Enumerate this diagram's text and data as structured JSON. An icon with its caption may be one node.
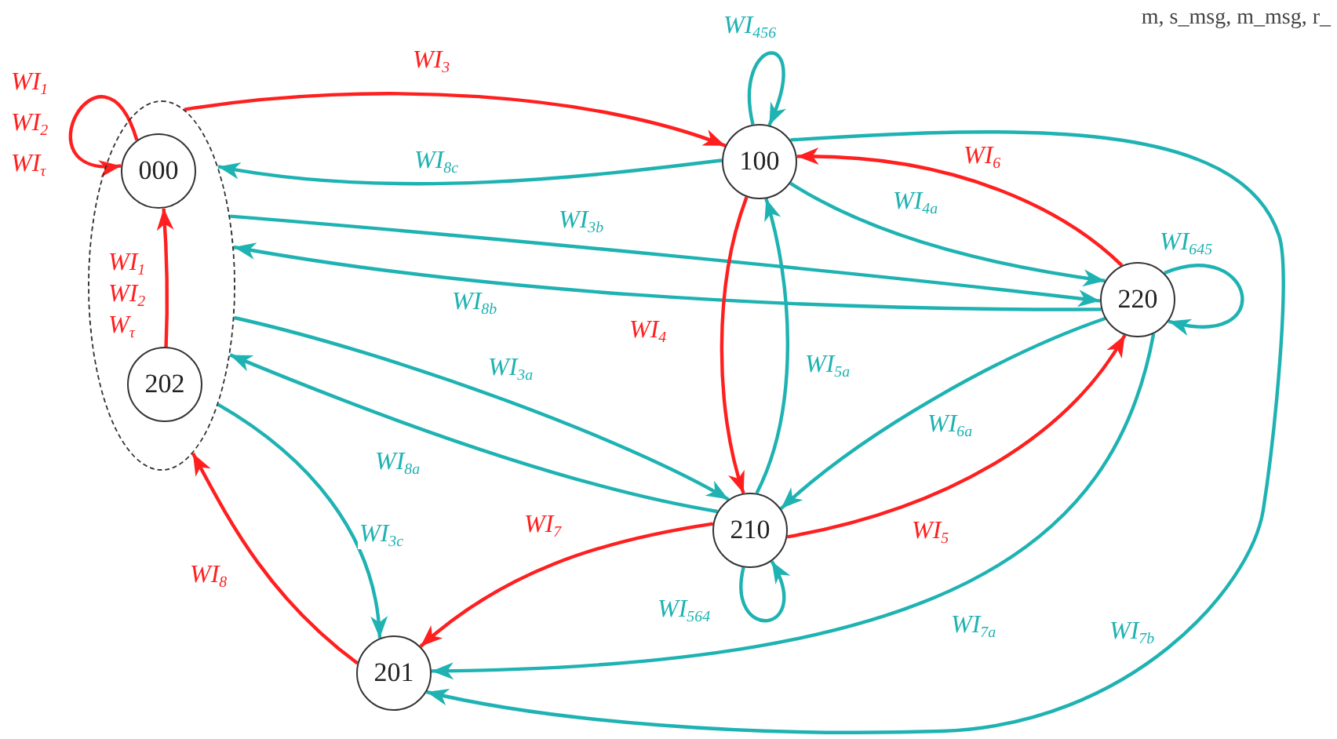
{
  "diagram": {
    "nodes": [
      {
        "text": [],
        "shape": "ellipse"
      },
      {
        "text": [
          "000"
        ],
        "in": 0
      },
      {
        "text": [
          "202"
        ],
        "in": 0
      },
      {
        "text": [
          "100"
        ]
      },
      {
        "text": [
          "220"
        ]
      },
      {
        "text": [
          "210"
        ]
      },
      {
        "text": [
          "201"
        ]
      }
    ],
    "edges": [
      {
        "from": 1,
        "to": 1,
        "arrow": "to",
        "label": "WI$_{1}$ WI$_{2}$ WI$_{τ}$",
        "color": "#ff1f1f"
      },
      {
        "from": 0,
        "to": 3,
        "arrow": "to",
        "label": "WI$_{3}$",
        "color": "#ff1f1f"
      },
      {
        "from": 2,
        "to": 1,
        "arrow": "to",
        "label": "WI$_{1}$ WI$_{2}$ W$_{τ}$",
        "color": "#ff1f1f"
      },
      {
        "from": 3,
        "to": 0,
        "arrow": "to",
        "label": "WI$_{8c}$"
      },
      {
        "from": 0,
        "to": 4,
        "arrow": "to",
        "label": "WI$_{3b}$"
      },
      {
        "from": 4,
        "to": 0,
        "arrow": "to",
        "label": "WI$_{8b}$"
      },
      {
        "from": 0,
        "to": 5,
        "arrow": "to",
        "label": "WI$_{3a}$"
      },
      {
        "from": 5,
        "to": 0,
        "arrow": "to",
        "label": "WI$_{8a}$"
      },
      {
        "from": 0,
        "to": 6,
        "arrow": "to",
        "label": "WI$_{3c}$"
      },
      {
        "from": 6,
        "to": 0,
        "arrow": "to",
        "label": "WI$_{8}$",
        "color": "#ff1f1f"
      },
      {
        "from": 3,
        "to": 3,
        "arrow": "to",
        "label": "WI$_{456}$"
      },
      {
        "from": 3,
        "to": 5,
        "arrow": "to",
        "label": "WI$_{4}$",
        "color": "#ff1f1f"
      },
      {
        "from": 5,
        "to": 3,
        "arrow": "to",
        "label": "WI$_{5a}$"
      },
      {
        "from": 3,
        "to": 4,
        "arrow": "to",
        "label": "WI$_{4a}$"
      },
      {
        "from": 4,
        "to": 3,
        "arrow": "to",
        "label": "WI$_{6}$",
        "color": "#ff1f1f"
      },
      {
        "from": 4,
        "to": 4,
        "arrow": "to",
        "label": "WI$_{645}$"
      },
      {
        "from": 4,
        "to": 5,
        "arrow": "to",
        "label": "WI$_{6a}$"
      },
      {
        "from": 5,
        "to": 4,
        "arrow": "to",
        "label": "WI$_{5}$",
        "color": "#ff1f1f"
      },
      {
        "from": 5,
        "to": 5,
        "arrow": "to",
        "label": "WI$_{564}$"
      },
      {
        "from": 5,
        "to": 6,
        "arrow": "to",
        "label": "WI$_{7}$",
        "color": "#ff1f1f"
      },
      {
        "from": 4,
        "to": 6,
        "arrow": "to",
        "label": "WI$_{7a}$"
      },
      {
        "from": 3,
        "to": 6,
        "arrow": "to",
        "label": "WI$_{7b}$"
      }
    ],
    "labels": [
      "m, s_msg, m_msg, r_"
    ]
  }
}
